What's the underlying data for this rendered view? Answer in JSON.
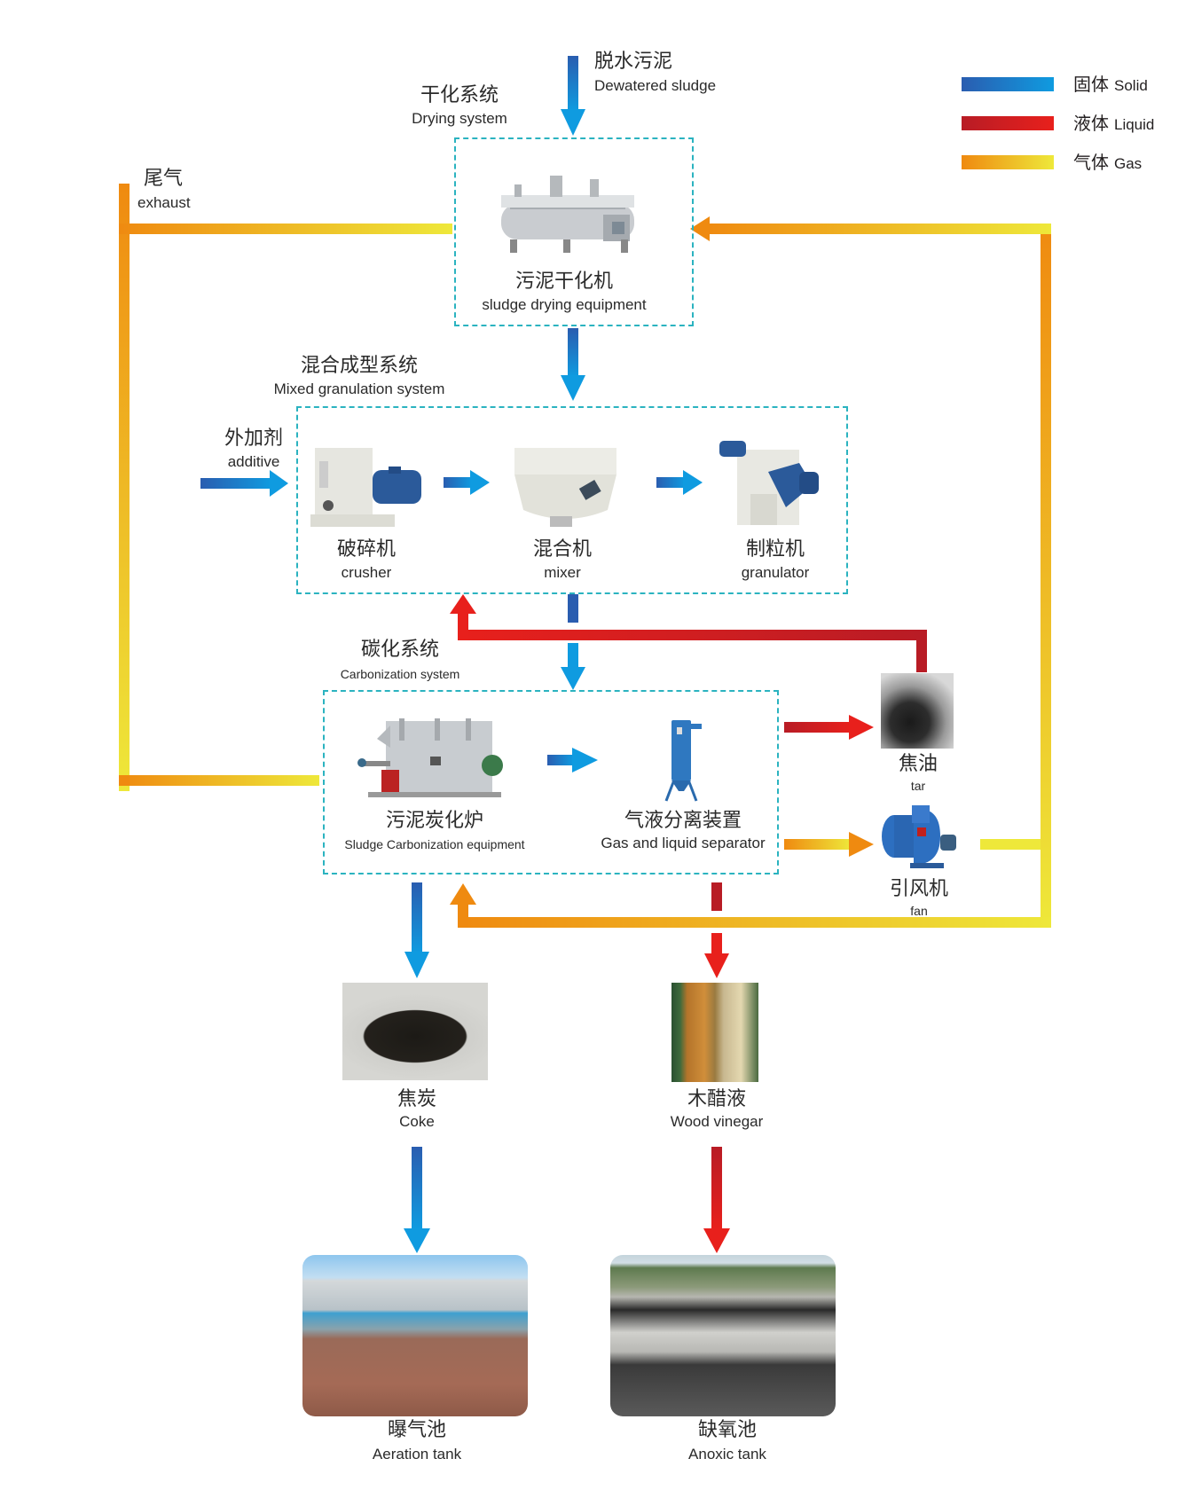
{
  "legend": [
    {
      "cn": "固体",
      "en": "Solid",
      "from": "#2a5db0",
      "to": "#0f9be0"
    },
    {
      "cn": "液体",
      "en": "Liquid",
      "from": "#b81c25",
      "to": "#e8201c"
    },
    {
      "cn": "气体",
      "en": "Gas",
      "from": "#ef8a10",
      "to": "#eee83a"
    }
  ],
  "inputs": {
    "dewatered_sludge": {
      "cn": "脱水污泥",
      "en": "Dewatered sludge"
    },
    "additive": {
      "cn": "外加剂",
      "en": "additive"
    },
    "exhaust": {
      "cn": "尾气",
      "en": "exhaust"
    }
  },
  "systems": {
    "drying": {
      "cn": "干化系统",
      "en": "Drying system"
    },
    "mixed_granulation": {
      "cn": "混合成型系统",
      "en": "Mixed granulation system"
    },
    "carbonization": {
      "cn": "碳化系统",
      "en": "Carbonization system"
    }
  },
  "equipment": {
    "sludge_dryer": {
      "cn": "污泥干化机",
      "en": "sludge drying equipment"
    },
    "crusher": {
      "cn": "破碎机",
      "en": "crusher"
    },
    "mixer": {
      "cn": "混合机",
      "en": "mixer"
    },
    "granulator": {
      "cn": "制粒机",
      "en": "granulator"
    },
    "carbonization_furnace": {
      "cn": "污泥炭化炉",
      "en": "Sludge Carbonization equipment"
    },
    "separator": {
      "cn": "气液分离装置",
      "en": "Gas and liquid separator"
    },
    "fan": {
      "cn": "引风机",
      "en": "fan"
    }
  },
  "products": {
    "tar": {
      "cn": "焦油",
      "en": "tar"
    },
    "coke": {
      "cn": "焦炭",
      "en": "Coke"
    },
    "wood_vinegar": {
      "cn": "木醋液",
      "en": "Wood vinegar"
    }
  },
  "destinations": {
    "aeration_tank": {
      "cn": "曝气池",
      "en": "Aeration tank"
    },
    "anoxic_tank": {
      "cn": "缺氧池",
      "en": "Anoxic tank"
    }
  },
  "colors": {
    "solid_dark": "#2a5db0",
    "solid_light": "#0f9be0",
    "liquid_dark": "#b81c25",
    "liquid_light": "#e8201c",
    "gas_orange": "#ef8a10",
    "gas_yellow": "#eee83a",
    "dashed_border": "#2bb3c0"
  }
}
